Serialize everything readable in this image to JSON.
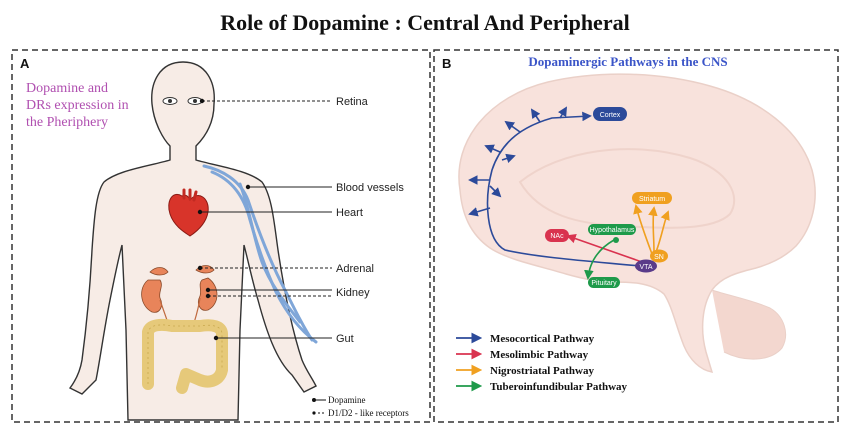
{
  "title": "Role of Dopamine : Central And Peripheral",
  "panel_a": {
    "letter": "A",
    "caption": [
      "Dopamine and",
      "DRs expression in",
      "the Pheriphery"
    ],
    "labels": {
      "retina": "Retina",
      "blood_vessels": "Blood vessels",
      "heart": "Heart",
      "adrenal": "Adrenal",
      "kidney": "Kidney",
      "gut": "Gut"
    },
    "key": {
      "dopamine": "Dopamine",
      "receptors": "D1/D2 - like receptors"
    }
  },
  "panel_b": {
    "letter": "B",
    "title": "Dopaminergic Pathways in the CNS",
    "nodes": {
      "cortex": "Cortex",
      "striatum": "Striatum",
      "hypothalamus": "Hypothalamus",
      "nac": "NAc",
      "sn": "SN",
      "vta": "VTA",
      "pituitary": "Pituitary"
    },
    "legend": [
      {
        "label": "Mesocortical Pathway",
        "color": "#2c4a9a"
      },
      {
        "label": "Mesolimbic Pathway",
        "color": "#d9334f"
      },
      {
        "label": "Nigrostriatal Pathway",
        "color": "#f0a020"
      },
      {
        "label": "Tuberoinfundibular Pathway",
        "color": "#1e9a4a"
      }
    ]
  },
  "colors": {
    "skin": "#f7ece6",
    "brain": "#f8e2dc",
    "vessel": "#7fa6d8",
    "heart": "#d8342a",
    "kidney": "#e8845a",
    "gut": "#e6c97a",
    "title_blue": "#3b55c8",
    "caption_purple": "#b04fb0"
  }
}
